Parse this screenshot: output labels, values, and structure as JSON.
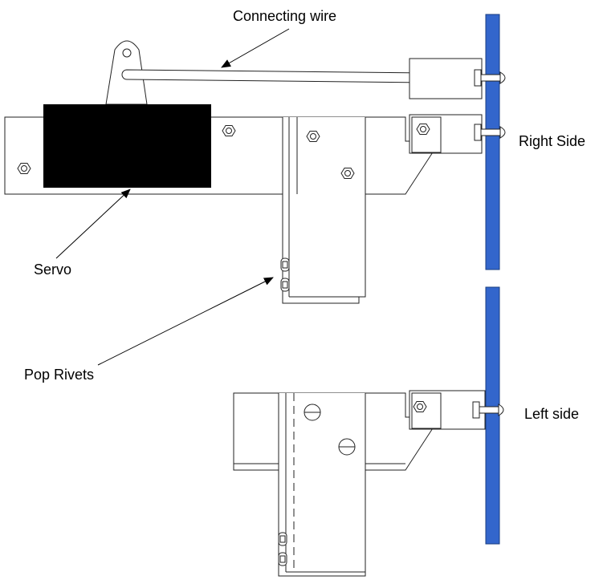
{
  "labels": {
    "connecting_wire": "Connecting wire",
    "right_side": "Right Side",
    "servo": "Servo",
    "pop_rivets": "Pop Rivets",
    "left_side": "Left side"
  },
  "colors": {
    "blue_bar": "#3366cc",
    "servo": "#000000",
    "stroke": "#222222"
  }
}
